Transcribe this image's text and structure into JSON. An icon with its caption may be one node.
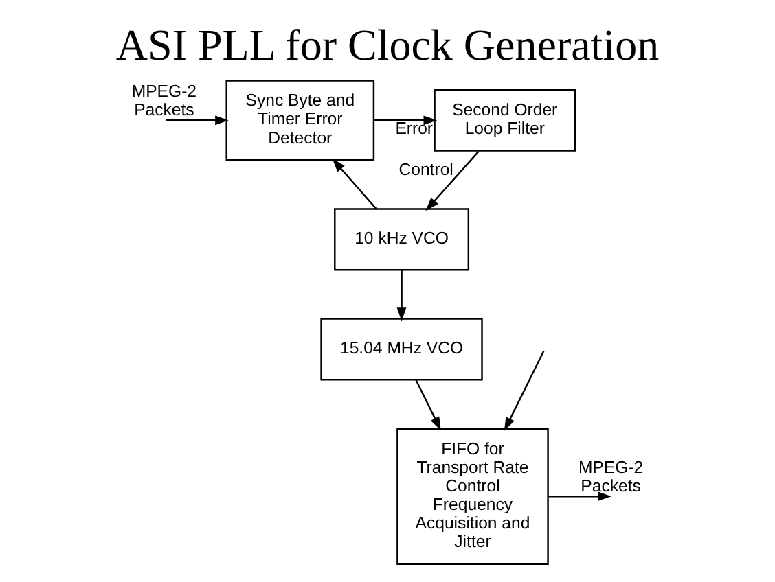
{
  "diagram": {
    "title": "ASI PLL for Clock Generation",
    "nodes": [
      {
        "text": [
          "Sync Byte and Timer Error Detector"
        ]
      },
      {
        "text": [
          "Second Order Loop Filter"
        ]
      },
      {
        "text": [
          "10 kHz VCO"
        ]
      },
      {
        "text": [
          "15.04 MHz VCO"
        ]
      },
      {
        "text": [
          "FIFO for Transport Rate Control Frequency Acquisition and Jitter"
        ]
      }
    ],
    "edges": [
      {
        "from": null,
        "to": 0,
        "arrow": "to",
        "label": "MPEG-2 Packets"
      },
      {
        "from": null,
        "to": 4,
        "arrow": "to"
      },
      {
        "from": 0,
        "to": 1,
        "arrow": "to",
        "label": "Error"
      },
      {
        "from": 1,
        "to": 2,
        "arrow": "to",
        "label": "Control"
      },
      {
        "from": 2,
        "to": 0,
        "arrow": "to"
      },
      {
        "from": 2,
        "to": 3,
        "arrow": "to"
      },
      {
        "from": 3,
        "to": 4,
        "arrow": "to"
      },
      {
        "from": 4,
        "to": null,
        "arrow": "to",
        "label": "MPEG-2 Packets"
      }
    ]
  }
}
